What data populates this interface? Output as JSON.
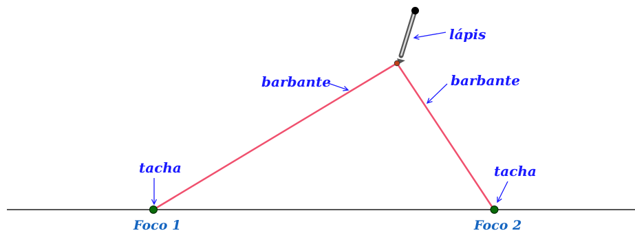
{
  "labels": {
    "pencil": "lápis",
    "string_left": "barbante",
    "string_right": "barbante",
    "pin_left": "tacha",
    "pin_right": "tacha",
    "focus_1": "Foco 1",
    "focus_2": "Foco 2"
  },
  "colors": {
    "string": "#f0506e",
    "baseline": "#555555",
    "focus_point": "#0a6b0a",
    "pencil_point": "#c0401a",
    "labels": "#1a1aff",
    "pencil_body": "#555555"
  }
}
